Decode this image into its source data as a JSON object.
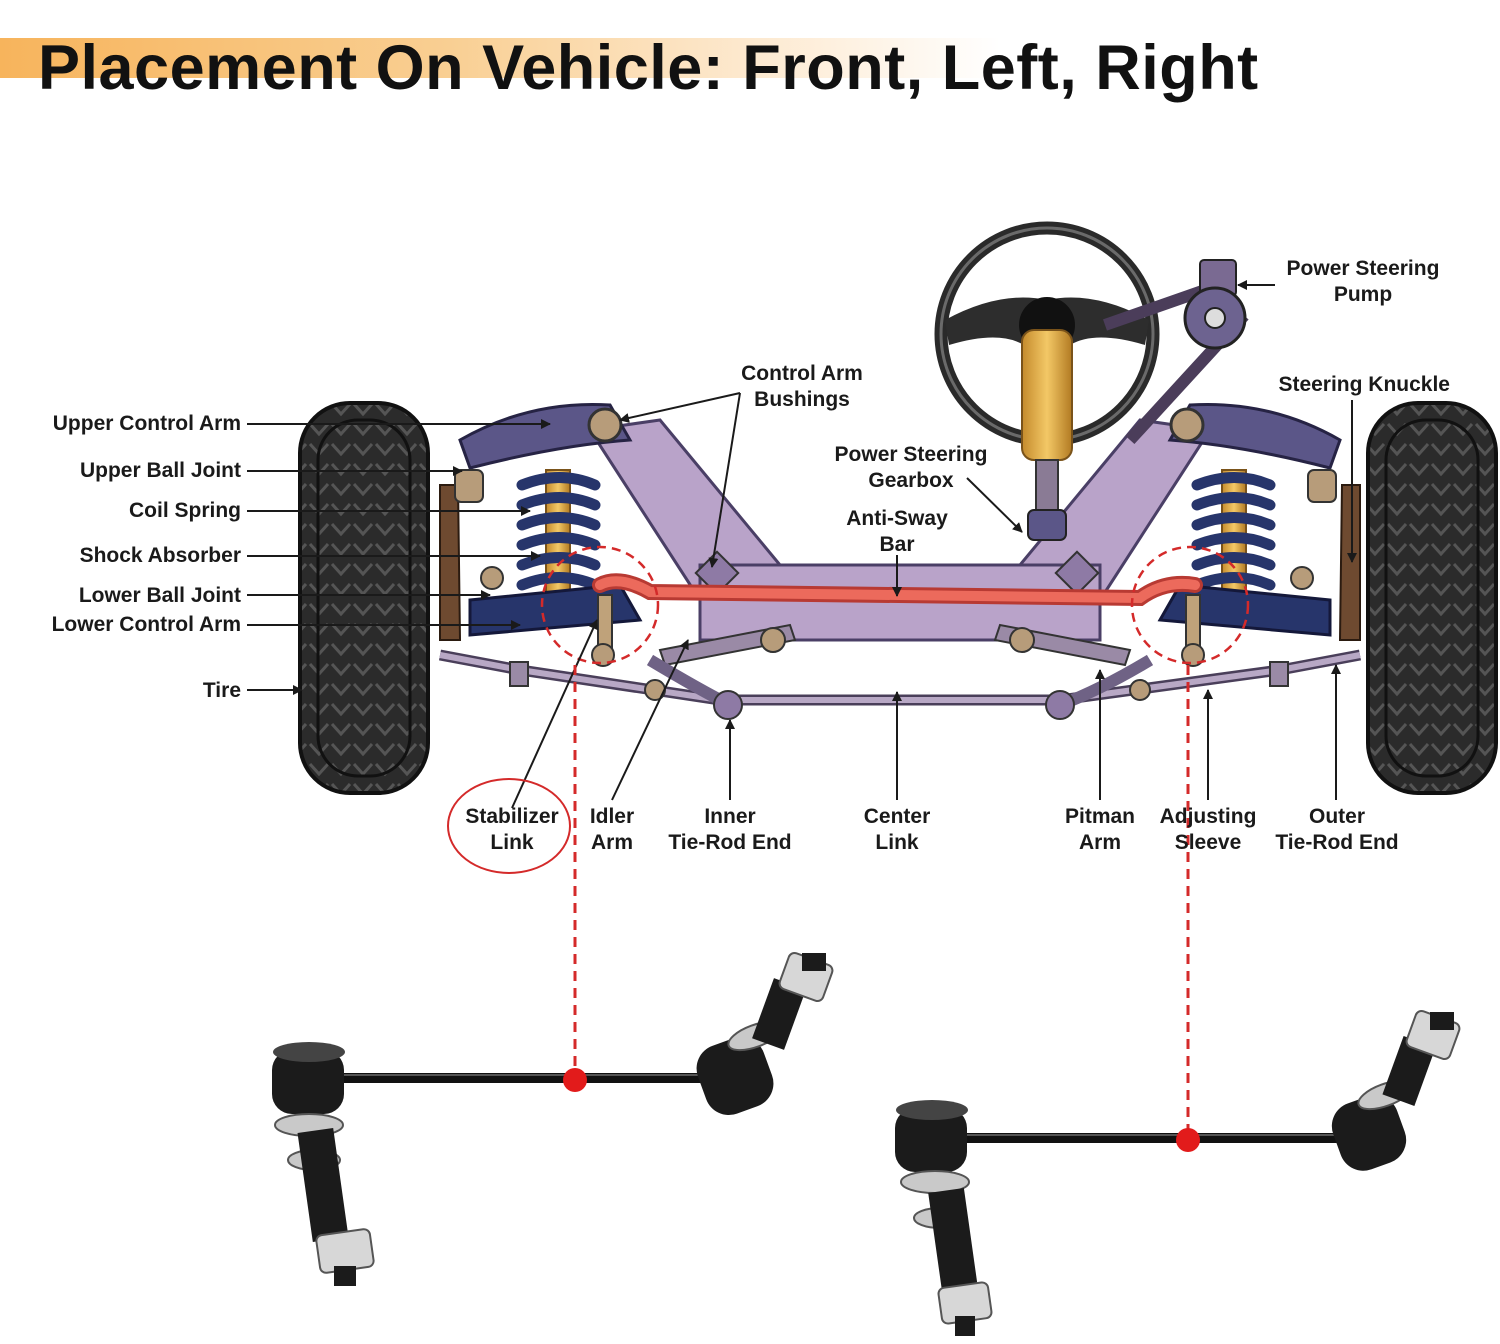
{
  "title": "Placement On Vehicle: Front, Left, Right",
  "labels": {
    "upper_control_arm": "Upper Control Arm",
    "upper_ball_joint": "Upper Ball Joint",
    "coil_spring": "Coil Spring",
    "shock_absorber": "Shock Absorber",
    "lower_ball_joint": "Lower Ball Joint",
    "lower_control_arm": "Lower Control Arm",
    "tire": "Tire",
    "control_arm_bushings": [
      "Control Arm",
      "Bushings"
    ],
    "power_steering_gearbox": [
      "Power Steering",
      "Gearbox"
    ],
    "anti_sway_bar": [
      "Anti-Sway",
      "Bar"
    ],
    "power_steering_pump": [
      "Power Steering",
      "Pump"
    ],
    "steering_knuckle": "Steering Knuckle",
    "stabilizer_link": [
      "Stabilizer",
      "Link"
    ],
    "idler_arm": [
      "Idler",
      "Arm"
    ],
    "inner_tie_rod_end": [
      "Inner",
      "Tie-Rod End"
    ],
    "center_link": [
      "Center",
      "Link"
    ],
    "pitman_arm": [
      "Pitman",
      "Arm"
    ],
    "adjusting_sleeve": [
      "Adjusting",
      "Sleeve"
    ],
    "outer_tie_rod_end": [
      "Outer",
      "Tie-Rod End"
    ]
  },
  "colors": {
    "title_band": "#f7b45c",
    "highlight_red": "#d42a2a",
    "sway_bar": "#ec6a5c",
    "frame": "#b9a3c9",
    "arm": "#5b5688",
    "spring": "#27356b",
    "shock": "#e8a93a",
    "tire": "#2b2b2b",
    "knuckle": "#6e4a30",
    "link_black": "#1b1b1b"
  }
}
